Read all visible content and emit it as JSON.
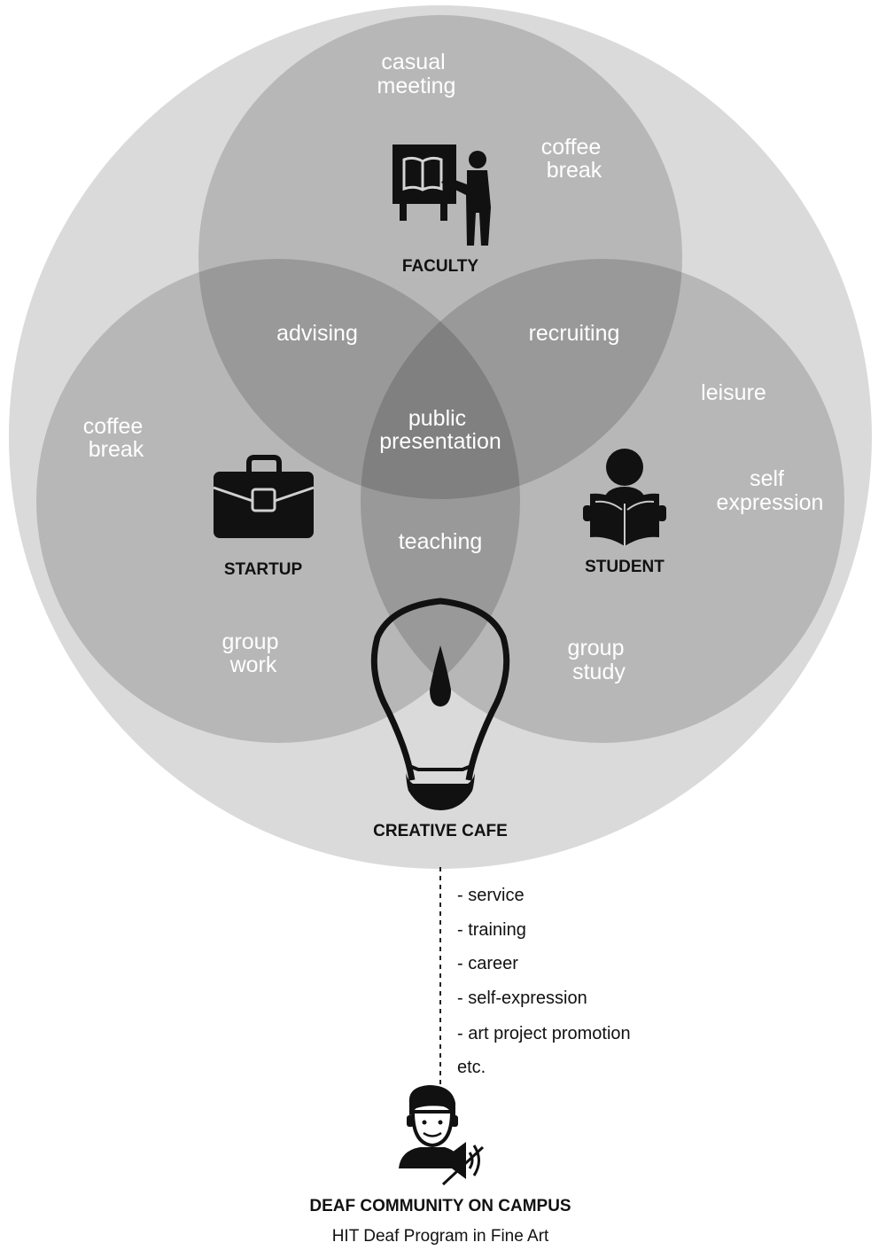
{
  "diagram": {
    "outer_fill": "#dadada",
    "circle_fill": "#000000",
    "faculty": {
      "label": "FACULTY",
      "activities": {
        "casual_meeting": [
          "casual",
          "meeting"
        ],
        "coffee_break": [
          "coffee",
          "break"
        ]
      }
    },
    "startup": {
      "label": "STARTUP",
      "activities": {
        "coffee_break": [
          "coffee",
          "break"
        ],
        "group_work": [
          "group",
          "work"
        ]
      }
    },
    "student": {
      "label": "STUDENT",
      "activities": {
        "leisure": [
          "leisure"
        ],
        "self_expression": [
          "self",
          "expression"
        ],
        "group_study": [
          "group",
          "study"
        ]
      }
    },
    "overlaps": {
      "advising": [
        "advising"
      ],
      "recruiting": [
        "recruiting"
      ],
      "public_presentation": [
        "public",
        "presentation"
      ],
      "teaching": [
        "teaching"
      ]
    },
    "cafe_label": "CREATIVE CAFE",
    "benefits": [
      "- service",
      "- training",
      "- career",
      "- self-expression",
      "- art project promotion",
      "etc."
    ],
    "community_title": "DEAF COMMUNITY ON CAMPUS",
    "community_subtitle": "HIT Deaf Program in Fine Art",
    "icons": {
      "faculty": "teacher-at-board-icon",
      "startup": "briefcase-icon",
      "student": "reading-student-icon",
      "cafe": "lightbulb-icon",
      "community": "deaf-person-icon"
    }
  }
}
